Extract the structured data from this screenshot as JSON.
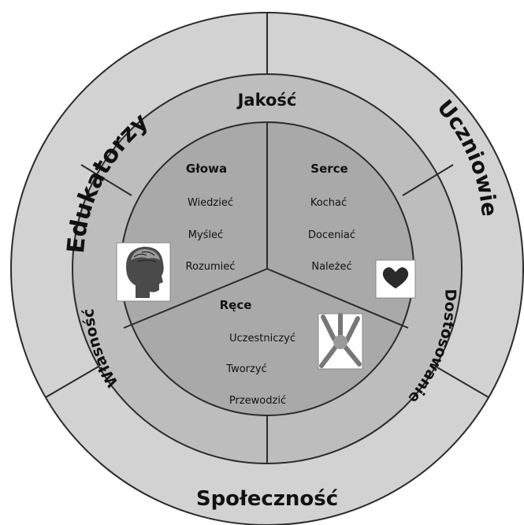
{
  "outer_ring": {
    "labels": {
      "educators": "Edukatorzy",
      "students": "Uczniowie",
      "community": "Społeczność"
    }
  },
  "middle_ring": {
    "labels": {
      "quality": "Jakość",
      "ownership": "Własność",
      "adaptation": "Dostosowanie"
    }
  },
  "inner": {
    "head": {
      "title": "Głowa",
      "items": [
        "Wiedzieć",
        "Myśleć",
        "Rozumieć"
      ],
      "icon": "brain-head-icon"
    },
    "heart": {
      "title": "Serce",
      "items": [
        "Kochać",
        "Doceniać",
        "Należeć"
      ],
      "icon": "heart-icon"
    },
    "hands": {
      "title": "Ręce",
      "items": [
        "Uczestniczyć",
        "Tworzyć",
        "Przewodzić"
      ],
      "icon": "hands-icon"
    }
  },
  "colors": {
    "outer": "#d2d2d2",
    "middle": "#bdbdbd",
    "inner": "#a9a9a9",
    "stroke": "#2b2b2b"
  }
}
